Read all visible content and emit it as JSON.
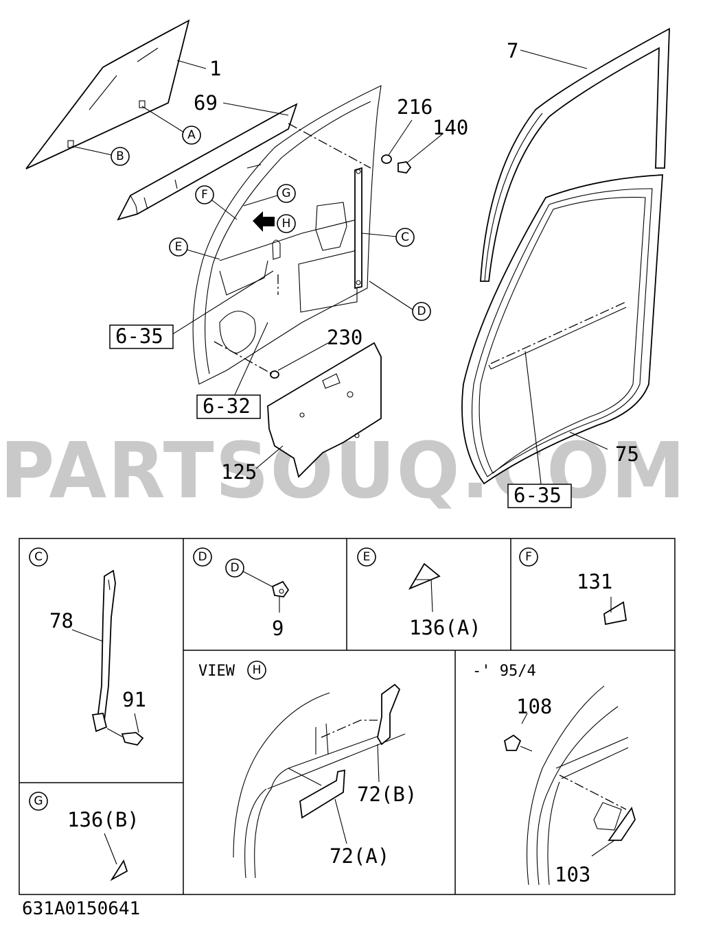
{
  "watermark": "PARTSOUQ.COM",
  "diagram_code": "631A0150641",
  "callouts": {
    "c1": "1",
    "c69": "69",
    "c7": "7",
    "c216": "216",
    "c140": "140",
    "c230": "230",
    "c125": "125",
    "c75": "75",
    "ref_6_35a": "6-35",
    "ref_6_32": "6-32",
    "ref_6_35b": "6-35"
  },
  "markers": {
    "A": "A",
    "B": "B",
    "C": "C",
    "D": "D",
    "E": "E",
    "F": "F",
    "G": "G",
    "H": "H"
  },
  "panels": {
    "C": {
      "marker": "C",
      "parts": [
        "78",
        "91"
      ]
    },
    "D": {
      "marker": "D",
      "parts": [
        "9"
      ]
    },
    "E": {
      "marker": "E",
      "parts": [
        "136(A)"
      ]
    },
    "F": {
      "marker": "F",
      "parts": [
        "131"
      ]
    },
    "G": {
      "marker": "G",
      "parts": [
        "136(B)"
      ]
    },
    "view_h": {
      "title": "VIEW",
      "marker": "H",
      "parts": [
        "72(B)",
        "72(A)"
      ]
    },
    "date": {
      "title": "-' 95/4",
      "parts": [
        "108",
        "103"
      ]
    }
  }
}
